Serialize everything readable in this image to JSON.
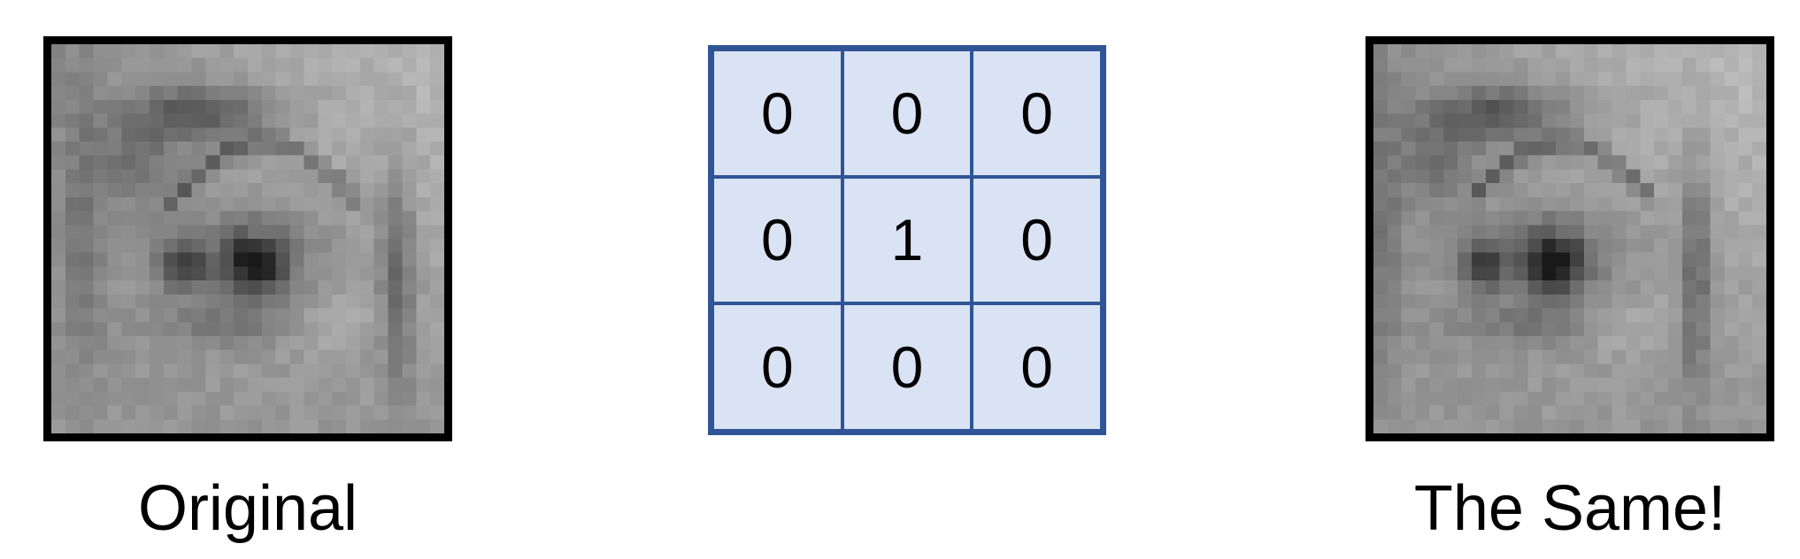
{
  "left_panel": {
    "caption": "Original",
    "image": "grayscale pixelated close-up of an eye"
  },
  "kernel": {
    "rows": [
      [
        "0",
        "0",
        "0"
      ],
      [
        "0",
        "1",
        "0"
      ],
      [
        "0",
        "0",
        "0"
      ]
    ],
    "fill_color": "#dae3f3",
    "border_color": "#2f5597"
  },
  "right_panel": {
    "caption": "The Same!",
    "image": "grayscale pixelated close-up of an eye"
  }
}
